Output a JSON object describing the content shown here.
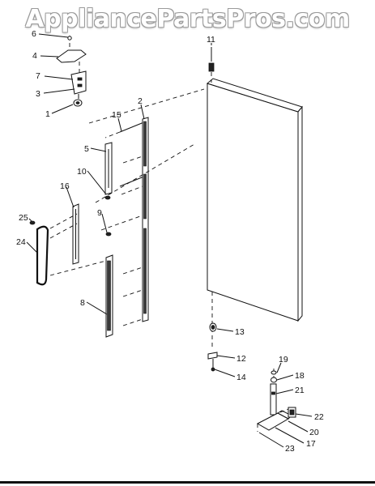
{
  "watermark": "AppliancePartsPros.com",
  "callouts": [
    "1",
    "2",
    "3",
    "4",
    "5",
    "6",
    "7",
    "8",
    "9",
    "10",
    "11",
    "12",
    "13",
    "14",
    "15",
    "16",
    "17",
    "18",
    "19",
    "20",
    "21",
    "22",
    "23",
    "24",
    "25"
  ]
}
